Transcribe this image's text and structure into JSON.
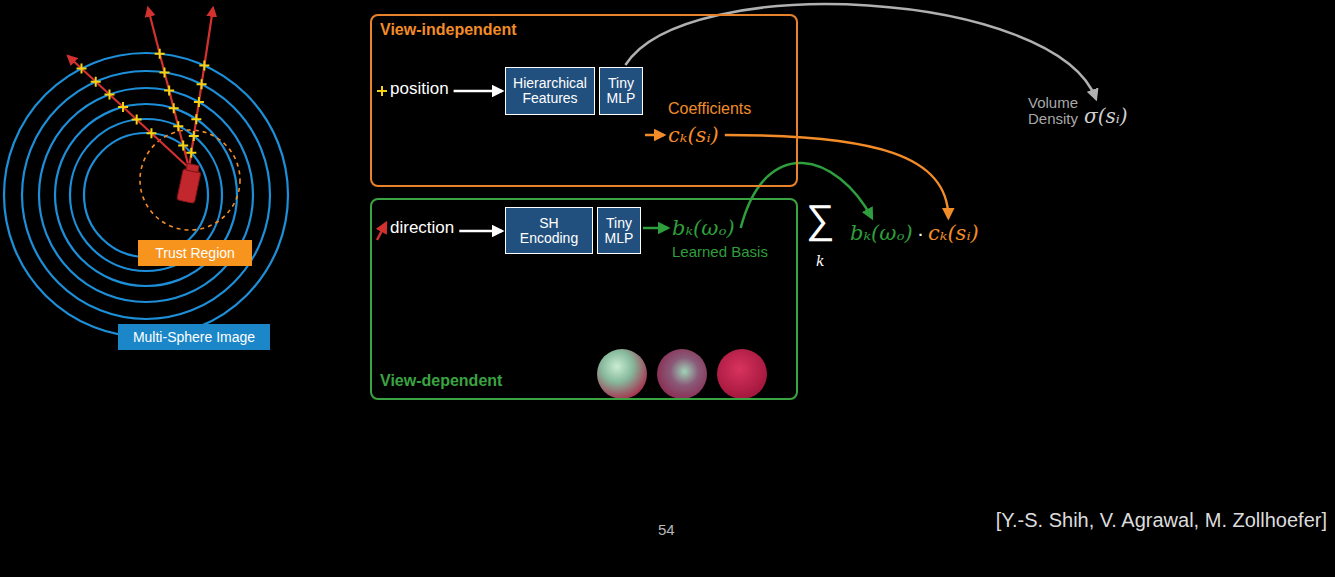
{
  "diagram": {
    "nodes": [
      {
        "text": [
          "Trust Region"
        ]
      },
      {
        "text": [
          "Multi-Sphere Image"
        ]
      },
      {
        "text": [
          "View-independent"
        ]
      },
      {
        "text": [
          "Hierarchical Features"
        ],
        "in": 2
      },
      {
        "text": [
          "Tiny MLP"
        ],
        "in": 2
      },
      {
        "text": [
          "View-dependent"
        ]
      },
      {
        "text": [
          "SH Encoding"
        ],
        "in": 5
      },
      {
        "text": [
          "Tiny MLP"
        ],
        "in": 5
      }
    ],
    "labels": [
      "position",
      "Coefficients",
      "cₖ(sᵢ)",
      "Volume Density",
      "σ(sᵢ)",
      "direction",
      "bₖ(ωₒ)",
      "Learned Basis",
      "∑",
      "k",
      "bₖ(ωₒ)",
      "·",
      "cₖ(sᵢ)",
      "54",
      "[Y.-S. Shih, V. Agrawal, M. Zollhoefer]"
    ]
  }
}
